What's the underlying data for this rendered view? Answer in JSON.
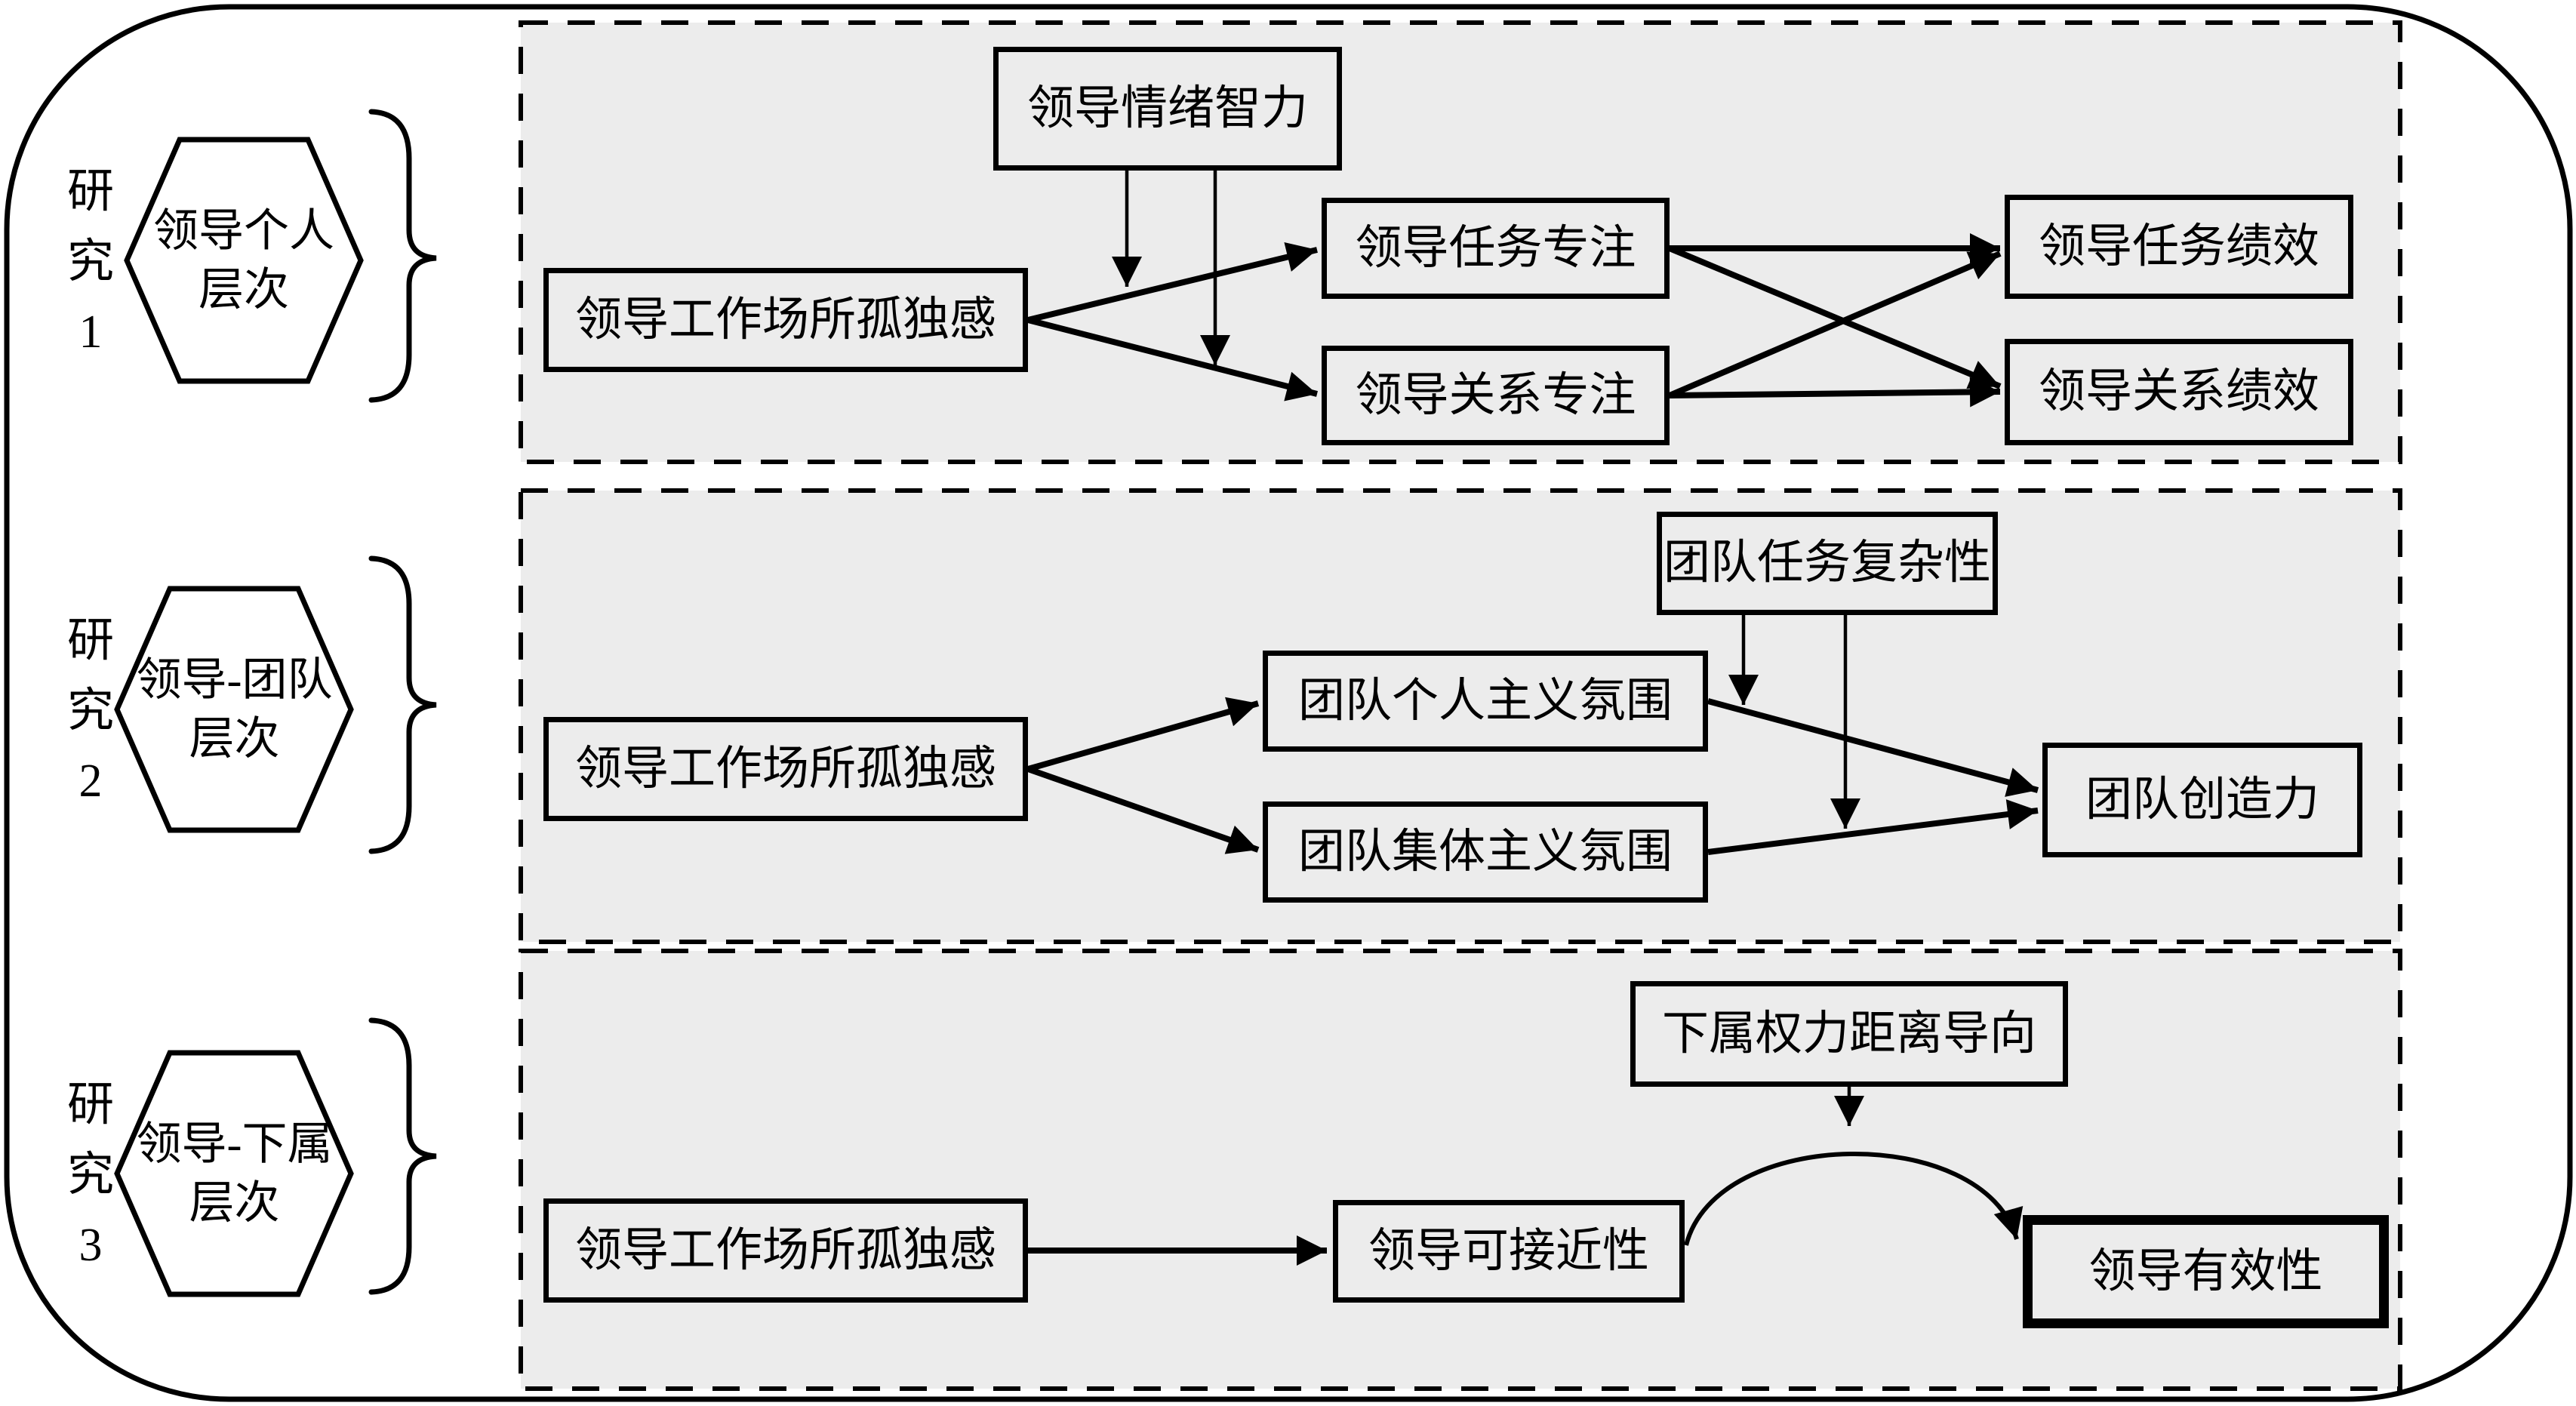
{
  "figure": {
    "type": "research-framework-diagram",
    "language": "zh-CN",
    "colors": {
      "page_bg": "#ffffff",
      "panel_bg": "#ececec",
      "line": "#000000",
      "text": "#000000"
    }
  },
  "studies": [
    {
      "id_label": "研\n究\n1",
      "level_line1": "领导个人",
      "level_line2": "层次",
      "nodes": {
        "emotional_intelligence": "领导情绪智力",
        "loneliness": "领导工作场所孤独感",
        "task_focus": "领导任务专注",
        "relation_focus": "领导关系专注",
        "task_performance": "领导任务绩效",
        "relation_performance": "领导关系绩效"
      }
    },
    {
      "id_label": "研\n究\n2",
      "level_line1": "领导-团队",
      "level_line2": "层次",
      "nodes": {
        "task_complexity": "团队任务复杂性",
        "loneliness": "领导工作场所孤独感",
        "individualism_climate": "团队个人主义氛围",
        "collectivism_climate": "团队集体主义氛围",
        "team_creativity": "团队创造力"
      }
    },
    {
      "id_label": "研\n究\n3",
      "level_line1": "领导-下属",
      "level_line2": "层次",
      "nodes": {
        "power_distance": "下属权力距离导向",
        "loneliness": "领导工作场所孤独感",
        "approachability": "领导可接近性",
        "effectiveness": "领导有效性"
      }
    }
  ]
}
